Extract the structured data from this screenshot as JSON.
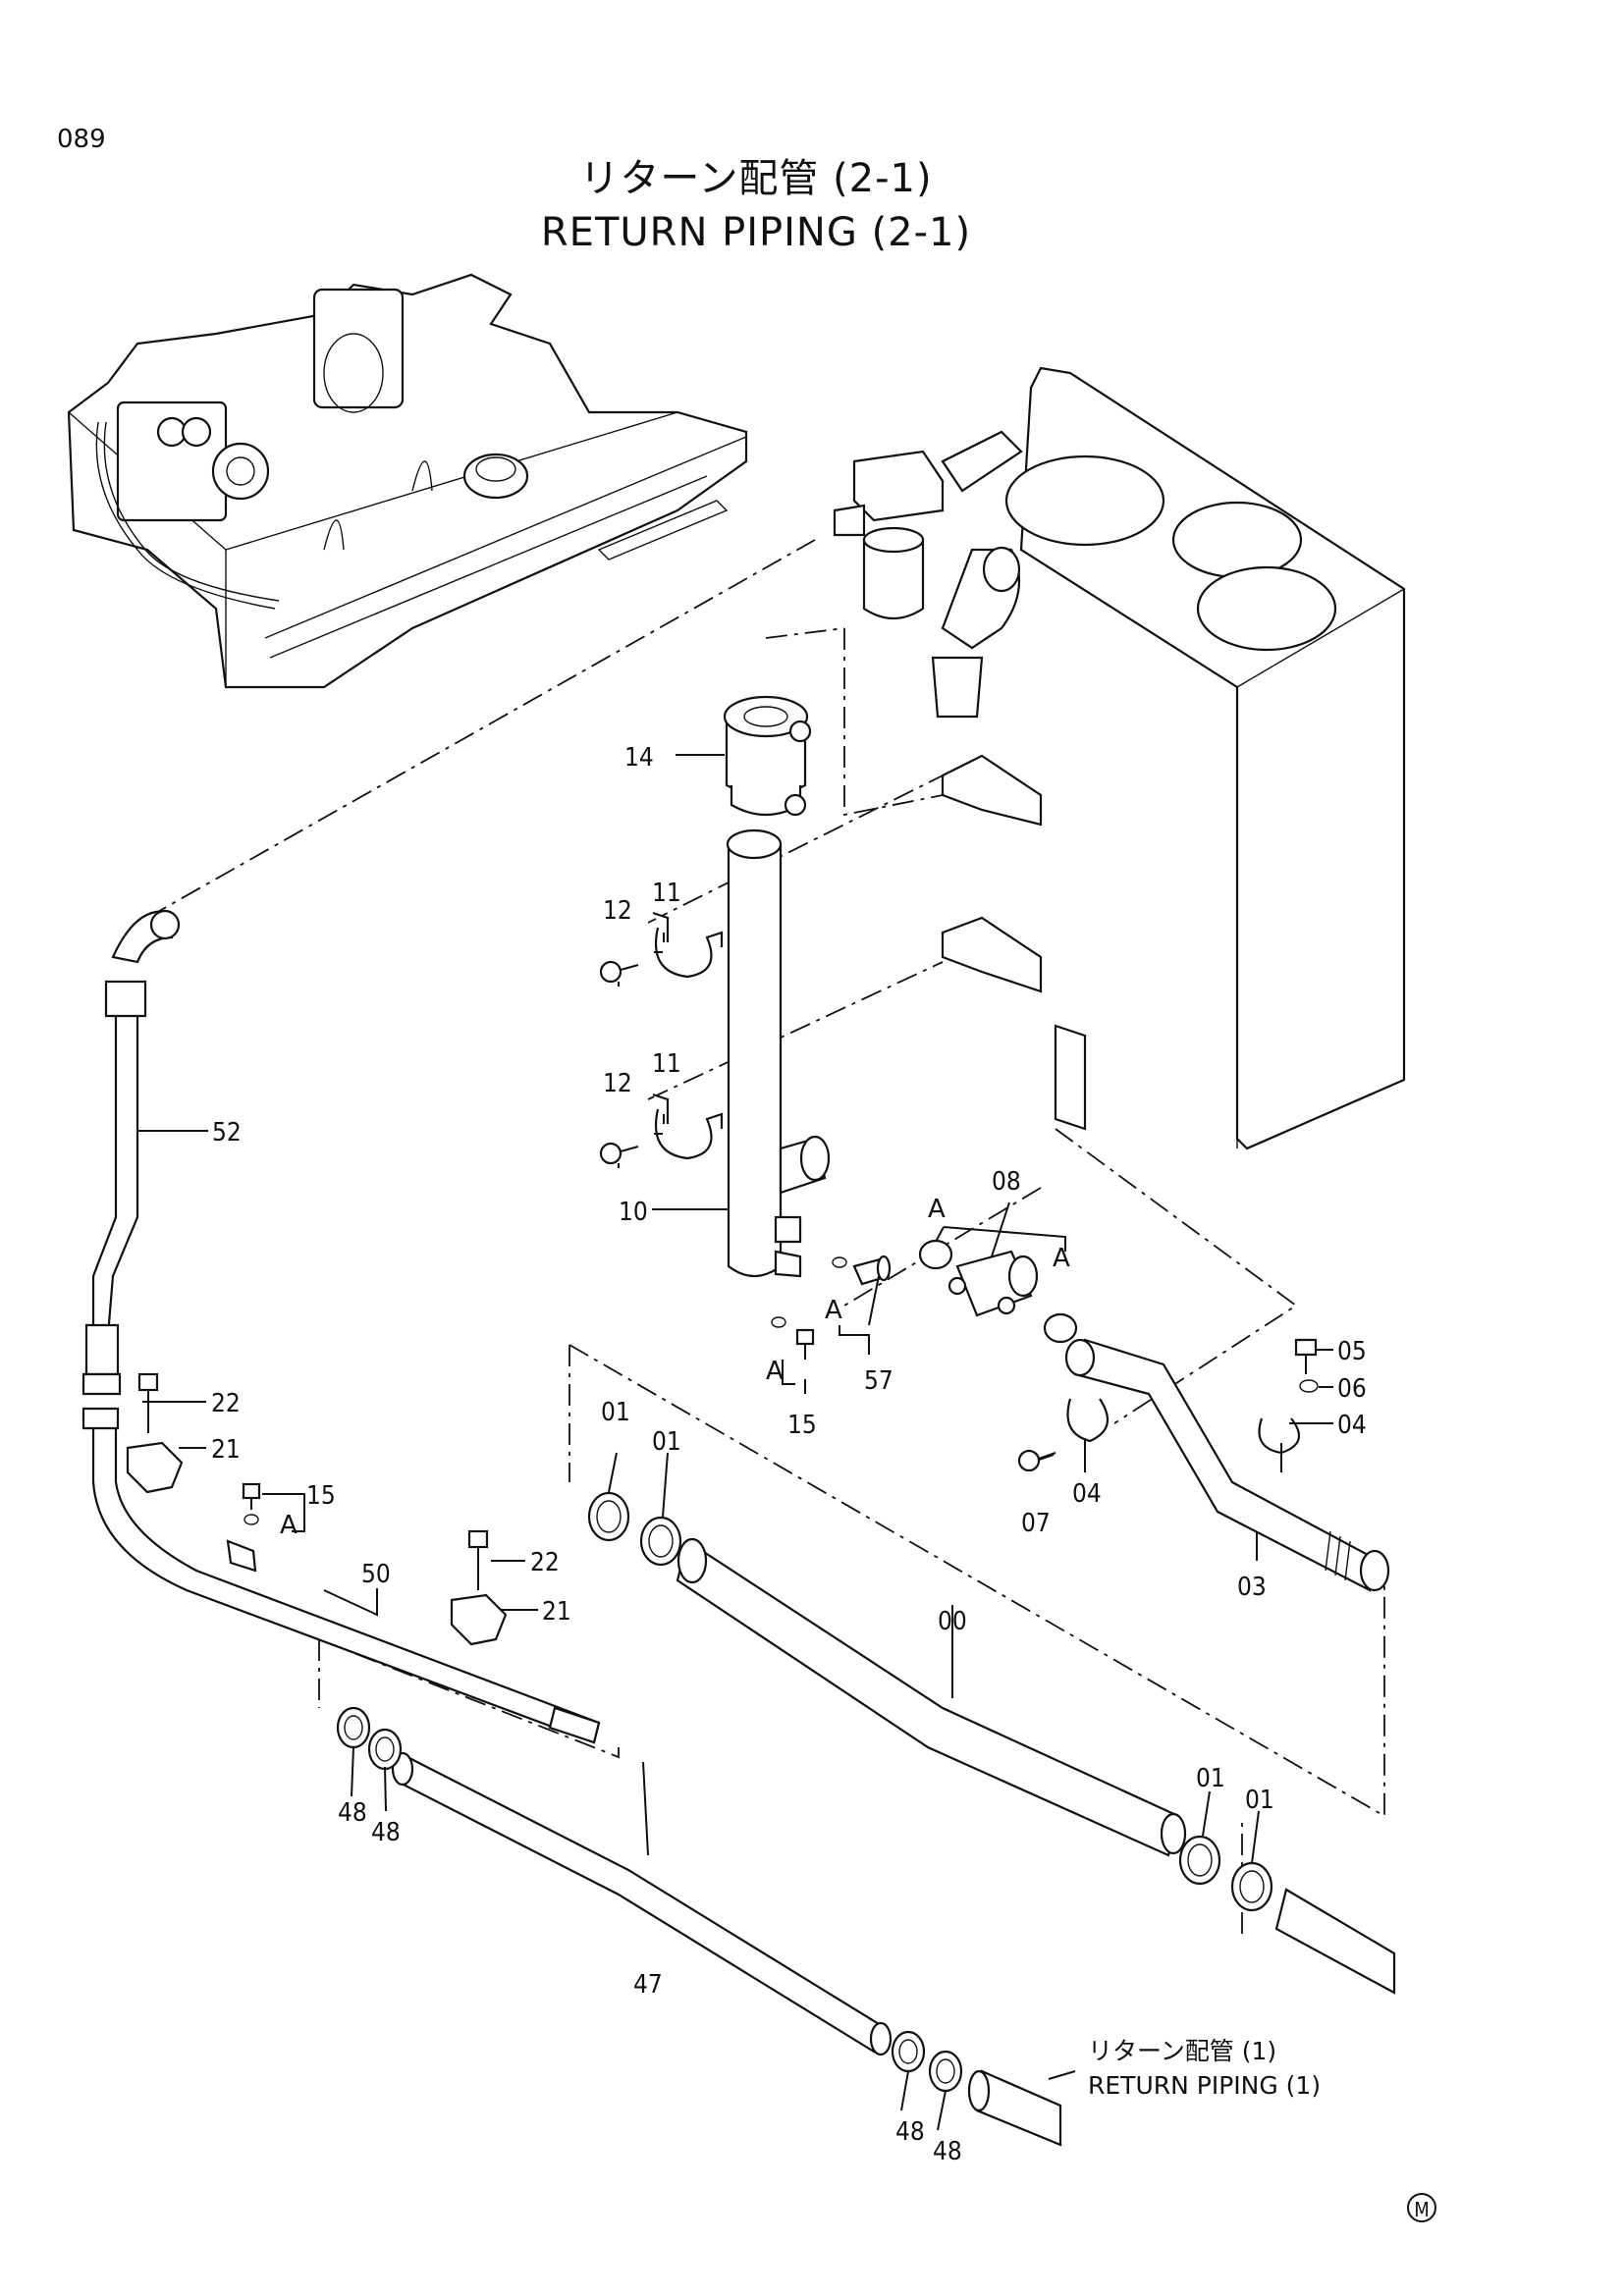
{
  "page_number": "089",
  "title_jp": "リターン配管 (2-1)",
  "title_en": "RETURN PIPING (2-1)",
  "callouts": {
    "c00": "00",
    "c01a": "01",
    "c01b": "01",
    "c01c": "01",
    "c01d": "01",
    "c03": "03",
    "c04a": "04",
    "c04b": "04",
    "c05": "05",
    "c06": "06",
    "c07": "07",
    "c08": "08",
    "c10": "10",
    "c11a": "11",
    "c11b": "11",
    "c12a": "12",
    "c12b": "12",
    "c14": "14",
    "c15a": "15",
    "c15b": "15",
    "c21a": "21",
    "c21b": "21",
    "c22a": "22",
    "c22b": "22",
    "c47": "47",
    "c48a": "48",
    "c48b": "48",
    "c48c": "48",
    "c48d": "48",
    "c50": "50",
    "c52": "52",
    "c57": "57"
  },
  "ref_labels": {
    "a1": "A",
    "a2": "A",
    "a3": "A",
    "a4": "A",
    "a5": "A"
  },
  "continuation_note": {
    "jp": "リターン配管 (1)",
    "en": "RETURN PIPING (1)"
  },
  "mark": "M"
}
